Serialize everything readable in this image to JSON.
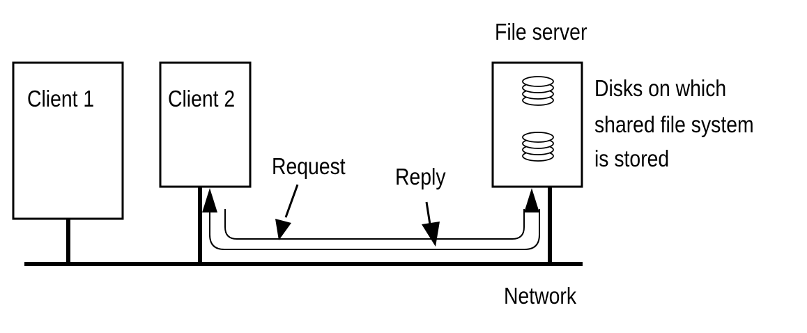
{
  "diagram": {
    "nodes": {
      "client1": "Client 1",
      "client2": "Client 2",
      "file_server": "File server"
    },
    "annotations": {
      "disks_line1": "Disks on which",
      "disks_line2": "shared file system",
      "disks_line3": "is stored",
      "network": "Network"
    },
    "edges": {
      "request": "Request",
      "reply": "Reply"
    }
  }
}
